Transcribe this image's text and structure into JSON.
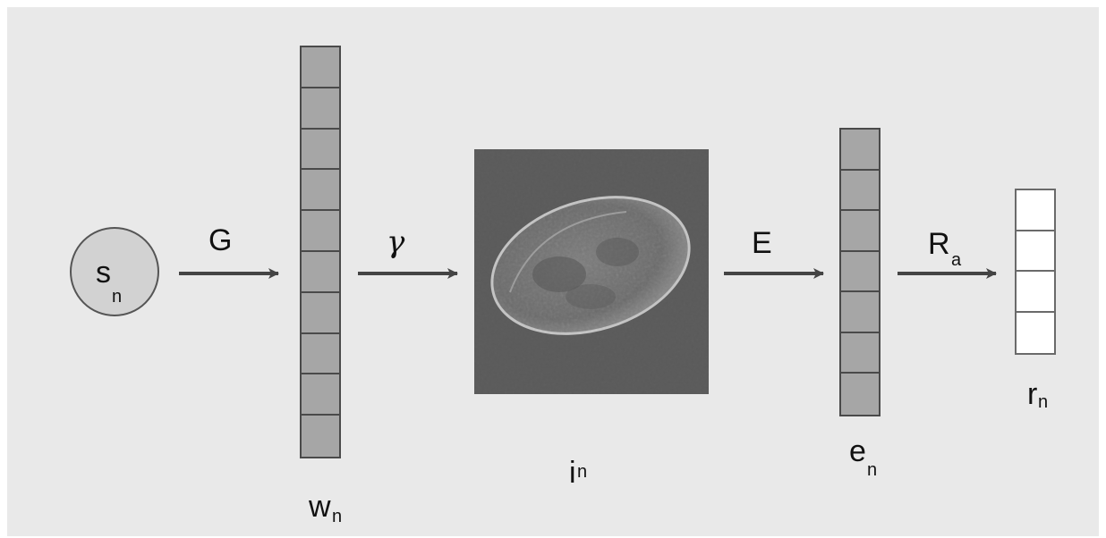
{
  "nodes": {
    "s": {
      "main": "s",
      "sub": "n"
    },
    "w": {
      "main": "w",
      "sub": "n",
      "cells": 10
    },
    "i": {
      "main": "i",
      "sub": "n"
    },
    "e": {
      "main": "e",
      "sub": "n",
      "cells": 7
    },
    "r": {
      "main": "r",
      "sub": "n",
      "cells": 4
    }
  },
  "edges": [
    {
      "label": "G"
    },
    {
      "label": "γ"
    },
    {
      "label": "E"
    },
    {
      "label": "R",
      "sub": "a"
    }
  ],
  "colors": {
    "background": "#e9e9e9",
    "vector_fill": "#a6a6a6",
    "output_fill": "#ffffff",
    "node_fill": "#d2d2d2",
    "arrow": "#444444",
    "micrograph": "#5c5c5c"
  },
  "icons": {
    "microscopy-image": "cell-micrograph"
  }
}
